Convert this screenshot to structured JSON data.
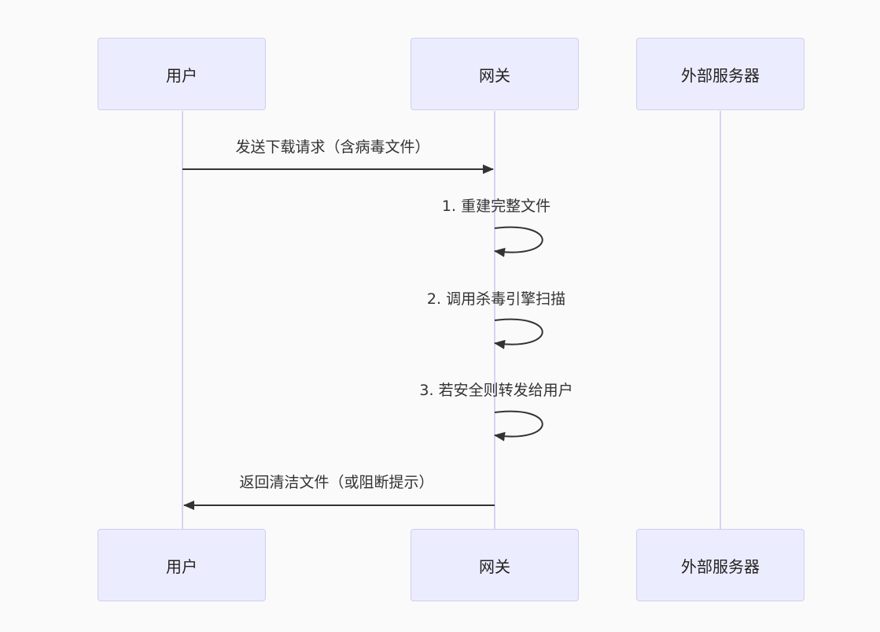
{
  "participants": [
    {
      "id": "user",
      "label": "用户"
    },
    {
      "id": "gateway",
      "label": "网关"
    },
    {
      "id": "server",
      "label": "外部服务器"
    }
  ],
  "messages": [
    {
      "from": "user",
      "to": "gateway",
      "label": "发送下载请求（含病毒文件）"
    },
    {
      "from": "gateway",
      "to": "gateway",
      "label": "1. 重建完整文件"
    },
    {
      "from": "gateway",
      "to": "gateway",
      "label": "2. 调用杀毒引擎扫描"
    },
    {
      "from": "gateway",
      "to": "gateway",
      "label": "3. 若安全则转发给用户"
    },
    {
      "from": "gateway",
      "to": "user",
      "label": "返回清洁文件（或阻断提示）"
    }
  ],
  "colors": {
    "actor_fill": "#ececff",
    "actor_border": "#cfcff0",
    "lifeline": "#d7d3f0",
    "arrow": "#333333"
  }
}
